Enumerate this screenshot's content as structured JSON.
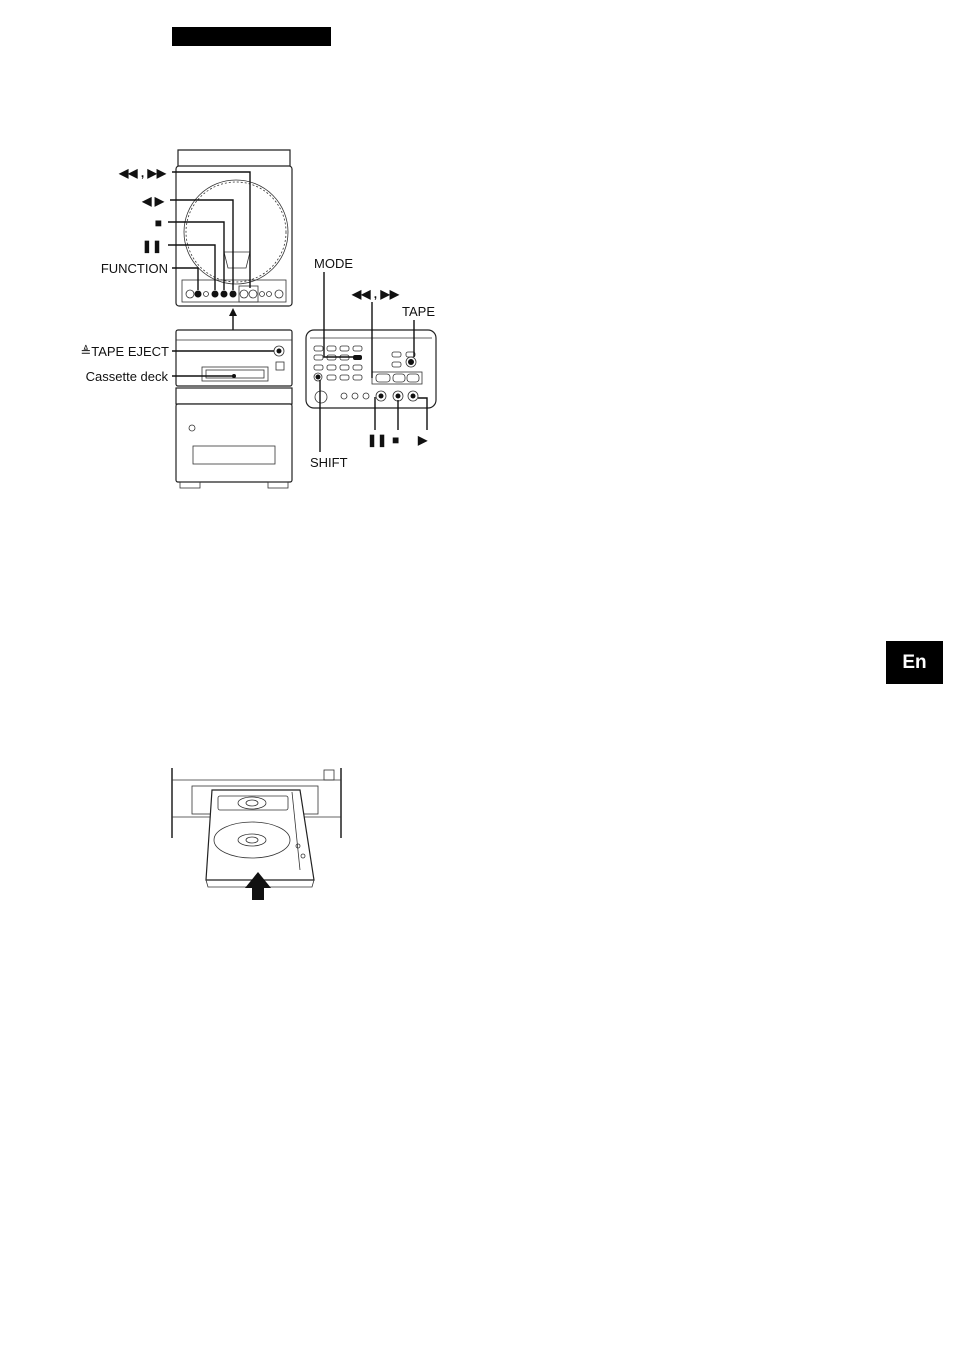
{
  "page": {
    "language_tab": "En"
  },
  "unit_figure": {
    "labels": {
      "rew_ff": "◀◀ , ▶▶",
      "play": "◀ ▶",
      "stop": "■",
      "pause": "❚❚",
      "function": "FUNCTION",
      "tape_eject": "≜TAPE EJECT",
      "cassette_deck": "Cassette deck"
    }
  },
  "remote_figure": {
    "labels": {
      "mode": "MODE",
      "rew_ff": "◀◀ , ▶▶",
      "tape": "TAPE",
      "pause": "❚❚",
      "stop": "■",
      "play": "▶",
      "shift": "SHIFT"
    }
  },
  "colors": {
    "ink": "#111111",
    "background": "#ffffff",
    "tab_background": "#000000",
    "tab_text": "#ffffff"
  }
}
